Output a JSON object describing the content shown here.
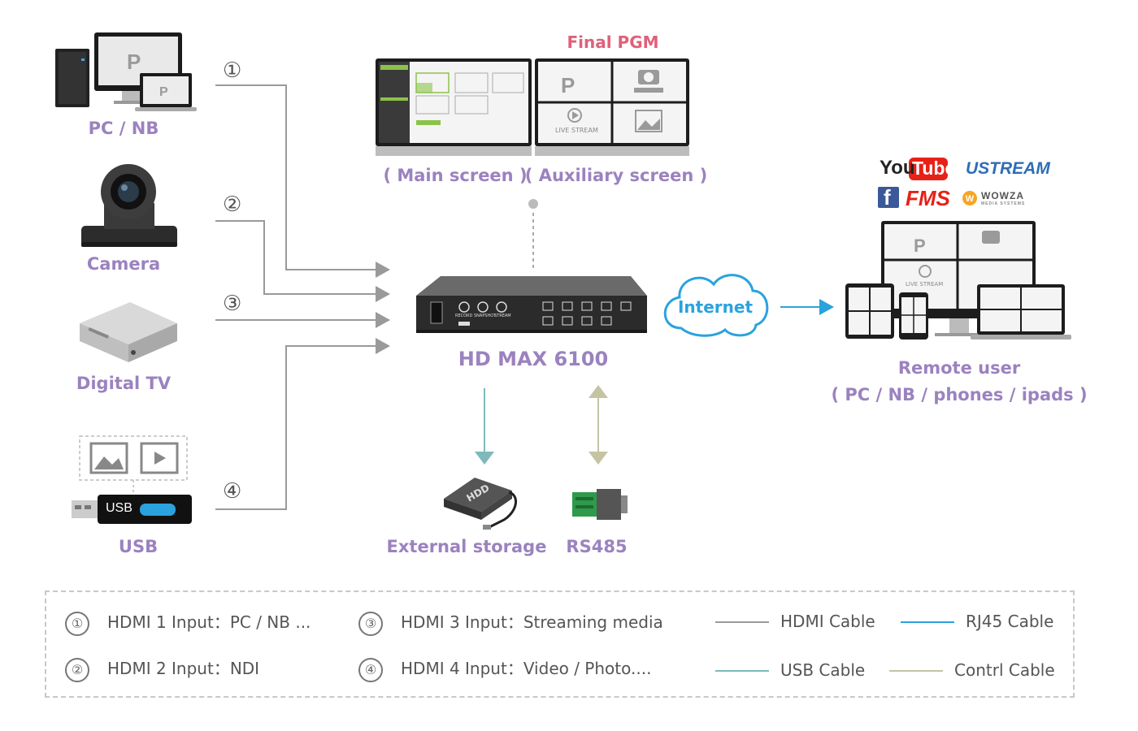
{
  "sources": {
    "pc_label": "PC / NB",
    "camera_label": "Camera",
    "tv_label": "Digital TV",
    "usb_label": "USB",
    "usb_stick_text": "USB"
  },
  "input_numbers": [
    "①",
    "②",
    "③",
    "④"
  ],
  "screens": {
    "final_pgm": "Final PGM",
    "main_label": "( Main screen )",
    "aux_label": "( Auxiliary screen )",
    "live_stream": "LIVE STREAM"
  },
  "device": {
    "name": "HD MAX 6100",
    "buttons": [
      "RECORD",
      "SNAPSHOT",
      "STREAM"
    ]
  },
  "cloud": {
    "label": "Internet"
  },
  "outputs": {
    "storage_label": "External storage",
    "hdd_text": "HDD",
    "rs485_label": "RS485"
  },
  "platforms": {
    "youtube_a": "You",
    "youtube_b": "Tube",
    "ustream": "USTREAM",
    "facebook": "f",
    "fms": "FMS",
    "wowza": "WOWZA",
    "wowza_sub": "MEDIA SYSTEMS"
  },
  "remote": {
    "line1": "Remote user",
    "line2": "( PC / NB / phones / ipads )",
    "live_stream": "LIVE STREAM"
  },
  "legend": {
    "items": [
      {
        "num": "①",
        "text": "HDMI 1 Input：PC / NB ..."
      },
      {
        "num": "②",
        "text": "HDMI 2 Input：NDI"
      },
      {
        "num": "③",
        "text": "HDMI 3 Input：Streaming media"
      },
      {
        "num": "④",
        "text": "HDMI 4 Input：Video / Photo...."
      }
    ],
    "cables": [
      {
        "name": "HDMI Cable",
        "color": "#9a9a9a"
      },
      {
        "name": "RJ45 Cable",
        "color": "#2aa2dd"
      },
      {
        "name": "USB Cable",
        "color": "#7fb9bb"
      },
      {
        "name": "Contrl Cable",
        "color": "#c4c4a4"
      }
    ]
  }
}
